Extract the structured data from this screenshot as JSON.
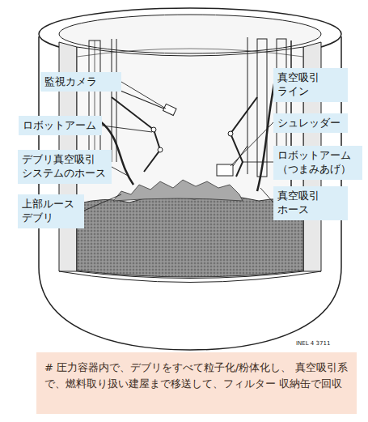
{
  "diagram": {
    "nodes": [
      {
        "text": [
          "監視カメラ"
        ]
      },
      {
        "text": [
          "ロボットアーム"
        ]
      },
      {
        "text": [
          "デブリ真空吸引 システムのホース"
        ]
      },
      {
        "text": [
          "上部ルース デブリ"
        ]
      },
      {
        "text": [
          "真空吸引 ライン"
        ]
      },
      {
        "text": [
          "シュレッダー"
        ]
      },
      {
        "text": [
          "ロボットアーム （つまみあげ）"
        ]
      },
      {
        "text": [
          "真空吸引 ホース"
        ]
      },
      {
        "text": [
          "# 圧力容器内で、デブリをすべて粒子化/粉体化し、 真空吸引系で、燃料取り扱い建屋まで移送して、フィルター 収納缶で回収"
        ]
      }
    ],
    "labels": [
      "INEL 4 3711"
    ]
  }
}
